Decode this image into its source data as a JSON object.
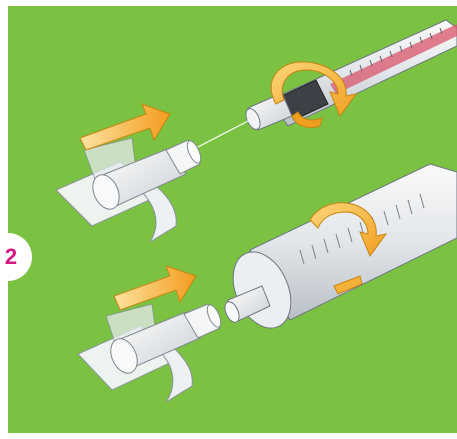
{
  "step": {
    "number": "2"
  },
  "colors": {
    "background": "#7cc242",
    "border": "#ffffff",
    "badge_text": "#d4167f",
    "arrow": "#f5a623",
    "arrow_light": "#fbd26a",
    "syringe_plunger": "#c8324a"
  },
  "illustration": {
    "items": [
      "syringe-small",
      "syringe-large",
      "needle-cap-small",
      "needle-cap-large",
      "rotate-arrow-small",
      "rotate-arrow-large",
      "move-arrow-small",
      "move-arrow-large"
    ]
  }
}
